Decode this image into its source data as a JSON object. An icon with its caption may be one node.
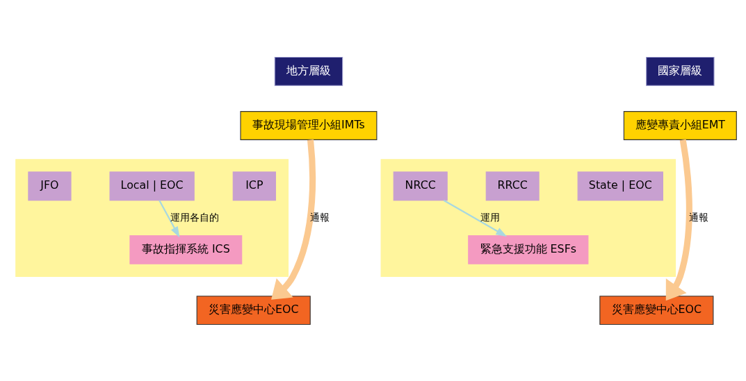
{
  "diagram": {
    "nodes": [
      {
        "text": [
          "地方層級"
        ]
      },
      {
        "text": [
          "事故現場管理小組IMTs"
        ]
      },
      {
        "text": [],
        "shape": "box"
      },
      {
        "text": [
          "JFO"
        ],
        "in": 2
      },
      {
        "text": [
          "Local | EOC"
        ],
        "in": 2
      },
      {
        "text": [
          "ICP"
        ],
        "in": 2
      },
      {
        "text": [
          "事故指揮系統 ICS"
        ],
        "in": 2
      },
      {
        "text": [
          "災害應變中心EOC"
        ]
      },
      {
        "text": [
          "國家層級"
        ]
      },
      {
        "text": [
          "應變專責小組EMT"
        ]
      },
      {
        "text": [],
        "shape": "box"
      },
      {
        "text": [
          "NRCC"
        ],
        "in": 10
      },
      {
        "text": [
          "RRCC"
        ],
        "in": 10
      },
      {
        "text": [
          "State | EOC"
        ],
        "in": 10
      },
      {
        "text": [
          "緊急支援功能 ESFs"
        ],
        "in": 10
      },
      {
        "text": [
          "災害應變中心EOC"
        ]
      }
    ],
    "edges": [
      {
        "from": 1,
        "to": 7,
        "arrow": "to",
        "label": "通報",
        "style": "thick",
        "color": "#fbc990"
      },
      {
        "from": 4,
        "to": 6,
        "arrow": "to",
        "label": "運用各自的",
        "color": "#a8d8e0"
      },
      {
        "from": 11,
        "to": 14,
        "arrow": "to",
        "label": "運用",
        "color": "#a8d8e0"
      },
      {
        "from": 9,
        "to": 15,
        "arrow": "to",
        "label": "通報",
        "style": "thick",
        "color": "#fbc990"
      }
    ]
  }
}
